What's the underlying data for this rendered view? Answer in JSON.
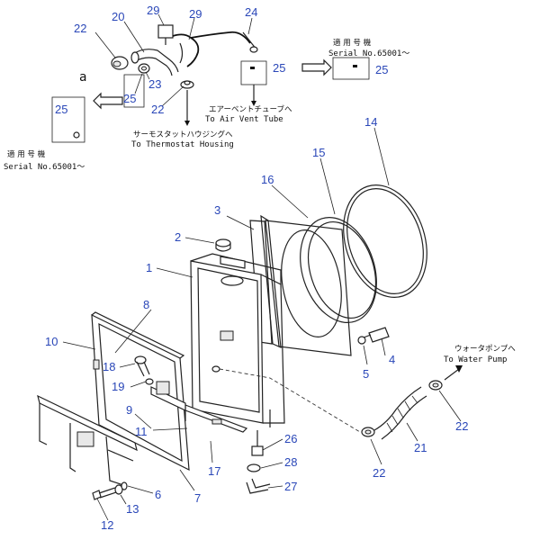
{
  "labels": {
    "l1": "1",
    "l2": "2",
    "l3": "3",
    "l4": "4",
    "l5": "5",
    "l6": "6",
    "l7": "7",
    "l8": "8",
    "l9": "9",
    "l10": "10",
    "l11": "11",
    "l12": "12",
    "l13": "13",
    "l14": "14",
    "l15": "15",
    "l16": "16",
    "l17": "17",
    "l18": "18",
    "l19": "19",
    "l20": "20",
    "l21": "21",
    "l22a": "22",
    "l22b": "22",
    "l22c": "22",
    "l22d": "22",
    "l23": "23",
    "l24": "24",
    "l25a": "25",
    "l25b": "25",
    "l25c": "25",
    "l25d": "25",
    "l26": "26",
    "l27": "27",
    "l28": "28",
    "l29a": "29",
    "l29b": "29"
  },
  "notes": {
    "serial_label_jp": "適 用 号 機",
    "serial_top": "Serial No.65001～",
    "serial_left": "Serial No.65001～",
    "air_vent_jp": "エアーベントチューブへ",
    "air_vent_en": "To Air Vent Tube",
    "thermostat_jp": "サーモスタットハウジングへ",
    "thermostat_en": "To Thermostat Housing",
    "water_pump_jp": "ウォータポンプへ",
    "water_pump_en": "To Water Pump",
    "ref_a": "a"
  }
}
